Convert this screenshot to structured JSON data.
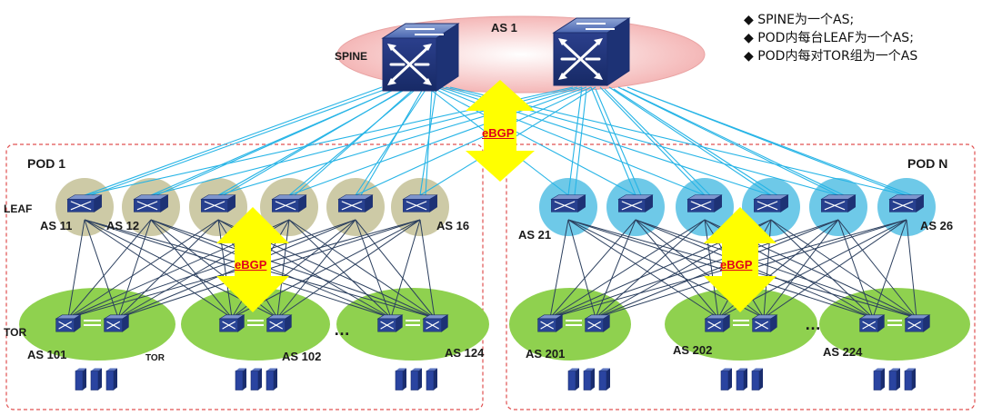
{
  "legend": {
    "items": [
      "◆ SPINE为一个AS;",
      "◆ POD内每台LEAF为一个AS;",
      "◆ POD内每对TOR组为一个AS"
    ]
  },
  "spine": {
    "as_label": "AS 1",
    "role_label": "SPINE"
  },
  "ebgp_label": "eBGP",
  "pod1": {
    "title": "POD 1",
    "leaf_role_label": "LEAF",
    "tor_role_label": "TOR",
    "tor_side_label": "TOR",
    "leaf_as": [
      "AS 11",
      "AS 12",
      "AS 16"
    ],
    "tor_as": [
      "AS 101",
      "AS 102",
      "AS 124"
    ]
  },
  "podN": {
    "title": "POD N",
    "leaf_as": [
      "AS 21",
      "AS 26"
    ],
    "tor_as": [
      "AS 201",
      "AS 202",
      "AS 224"
    ]
  },
  "ellipsis": "…",
  "icons": {
    "spine_switch": "core-switch-icon",
    "leaf_switch": "leaf-switch-icon",
    "tor_switch": "tor-switch-icon",
    "server": "server-icon"
  },
  "colors": {
    "spine_fill": "#f4b8b8",
    "pod1_leaf_fill": "#cdcaa6",
    "podN_leaf_fill": "#6ec9e8",
    "tor_fill": "#8fd14f",
    "link_blue": "#26b4e6",
    "link_dark": "#2b3f5e",
    "arrow_yellow": "#ffff00",
    "pod_border": "#e05050",
    "ebgp_text": "#e0001a"
  }
}
